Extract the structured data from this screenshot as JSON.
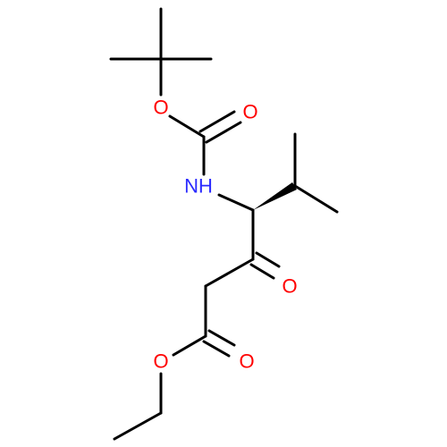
{
  "molecule": {
    "colors": {
      "bond": "#000000",
      "oxygen": "#ff0000",
      "nitrogen": "#2b2bff",
      "background": "#ffffff"
    },
    "atoms": {
      "o_carbamate_ester": "O",
      "o_carbamate_carbonyl": "O",
      "n_amide": "NH",
      "o_ketone": "O",
      "o_ester_carbonyl": "O",
      "o_ethyl_ester": "O"
    }
  }
}
